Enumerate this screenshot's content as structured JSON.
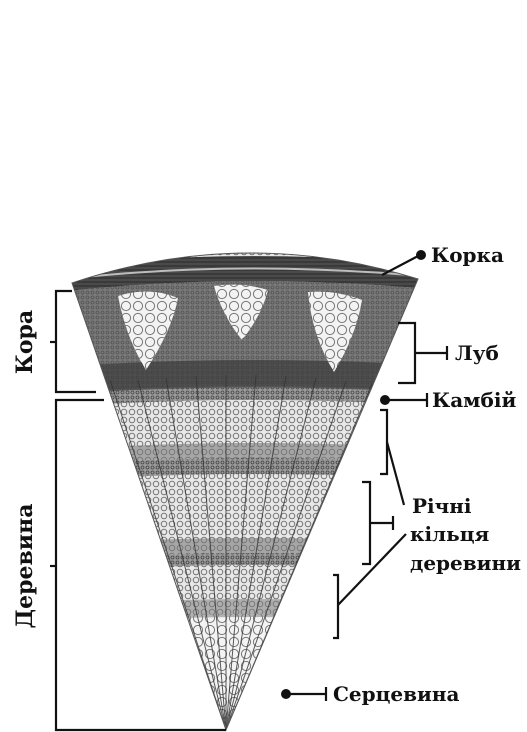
{
  "labels": {
    "korka": "Корка",
    "lub": "Луб",
    "kambii": "Камбій",
    "richni_line1": "Річні",
    "richni_line2": "кільця",
    "richni_line3": "деревини",
    "sertsevyna": "Серцевина",
    "kora": "Кора",
    "derevyna": "Деревина"
  },
  "colors": {
    "bark_dark": "#3a3a3a",
    "phloem": "#5e5e5e",
    "wood_light": "#d9d9d9",
    "wood_dark": "#8a8a8a",
    "pith": "#f2f2f2",
    "ink": "#111111"
  }
}
